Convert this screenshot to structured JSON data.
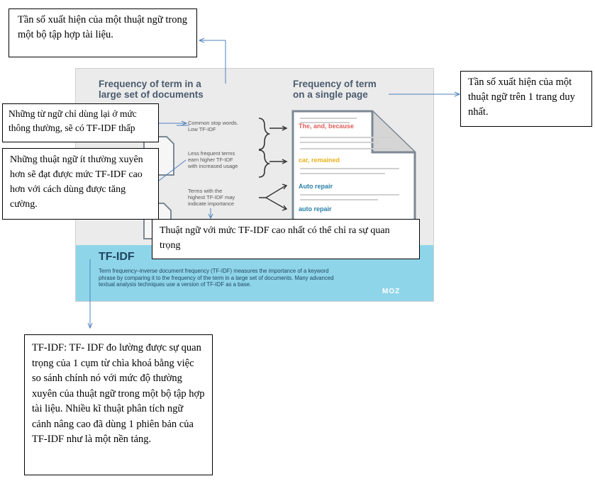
{
  "callouts": {
    "top_left": "Tần số xuất hiện của một thuật ngữ trong một bộ tập hợp tài liệu.",
    "top_right": "Tần số xuất hiện của một thuật ngữ trên 1 trang duy nhất.",
    "stop_words": "Những từ ngữ chỉ dùng lại ở mức thông thường, sẽ có TF-IDF thấp",
    "less_frequent": "Những thuật ngữ ít thường xuyên hơn sẽ đạt được mức TF-IDF cao hơn với cách dùng được tăng cường.",
    "highest": "Thuật ngữ với mức TF-IDF cao nhất có thể chỉ ra sự quan trọng",
    "definition": "TF-IDF: TF- IDF đo lường được sự quan trọng của 1 cụm từ chìa khoá bằng việc so sánh chính nó với mức độ thường xuyên của thuật ngữ trong một bộ tập hợp tài liệu.  Nhiều kĩ thuật phân tích ngữ cảnh nâng cao đã dùng 1 phiên bản của TF-IDF như là một nền tảng."
  },
  "infographic": {
    "left_heading_1": "Frequency of term in a",
    "left_heading_2": "large set of documents",
    "right_heading_1": "Frequency of term",
    "right_heading_2": "on a single page",
    "note_1": "Common stop words.\nLow TF-IDF",
    "note_2": "Less frequent terms\nearn higher TF-IDF\nwith increased usage",
    "note_3": "Terms with the\nhighest TF-IDF may\nindicate importance",
    "keyword_1": "The, and, because",
    "keyword_2": "car, remained",
    "keyword_3": "Auto repair",
    "keyword_4": "auto repair",
    "band_title": "TF-IDF",
    "band_text": "Term frequency–inverse document frequency (TF-IDF) measures the importance of a keyword phrase by comparing it to the frequency of the term in a large set of documents. Many advanced textual analysis techniques use a version of TF-IDF as a base.",
    "logo": "MOZ"
  },
  "colors": {
    "arrow": "#4f81bd",
    "keyword_red": "#e0605a",
    "keyword_yellow": "#e8b320",
    "keyword_blue": "#2a7fa8",
    "band": "#8fd5e9"
  }
}
